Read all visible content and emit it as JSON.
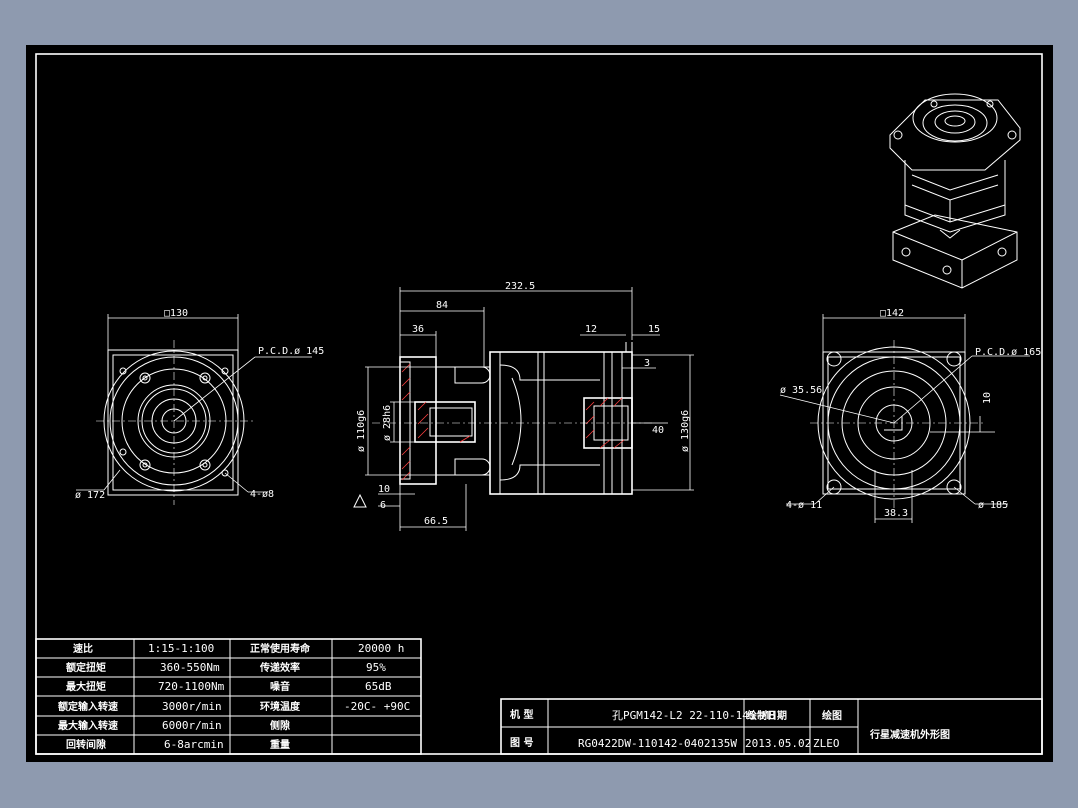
{
  "drawing": {
    "left_view": {
      "square": "□130",
      "pcd": "P.C.D.ø 145",
      "dia_outer": "ø 172",
      "holes": "4-ø8"
    },
    "side_view": {
      "overall_len": "232.5",
      "len_84": "84",
      "len_36": "36",
      "len_12": "12",
      "len_15": "15",
      "len_3": "3",
      "dia_110": "ø 110g6",
      "dia_28": "ø 28h6",
      "dia_130": "ø 130g6",
      "len_40": "40",
      "len_10": "10",
      "len_6": "6",
      "len_665": "66.5"
    },
    "right_view": {
      "square": "□142",
      "pcd": "P.C.D.ø 165",
      "dia_3556": "ø 35.56",
      "len_10": "10",
      "holes": "4-ø 11",
      "len_383": "38.3",
      "dia_185": "ø 185"
    }
  },
  "spec_table": {
    "rows": [
      {
        "l1": "速比",
        "v1": "1:15-1:100",
        "l2": "正常使用寿命",
        "v2": "20000  h"
      },
      {
        "l1": "额定扭矩",
        "v1": "360-550Nm",
        "l2": "传递效率",
        "v2": "95%"
      },
      {
        "l1": "最大扭矩",
        "v1": "720-1100Nm",
        "l2": "噪音",
        "v2": "65dB"
      },
      {
        "l1": "额定输入转速",
        "v1": "3000r/min",
        "l2": "环境温度",
        "v2": "-20C- +90C"
      },
      {
        "l1": "最大输入转速",
        "v1": "6000r/min",
        "l2": "侧隙",
        "v2": ""
      },
      {
        "l1": "回转间隙",
        "v1": "6-8arcmin",
        "l2": "重量",
        "v2": ""
      }
    ]
  },
  "title_block": {
    "model_label": "机 型",
    "model_value": "孔PGM142-L2 22-110-145-M8",
    "drawing_no_label": "图 号",
    "drawing_no_value": "RG0422DW-110142-0402135W",
    "date_label": "绘制日期",
    "date_value": "2013.05.02",
    "drawn_label": "绘图",
    "drawn_value": "ZLEO",
    "title": "行星减速机外形图"
  }
}
